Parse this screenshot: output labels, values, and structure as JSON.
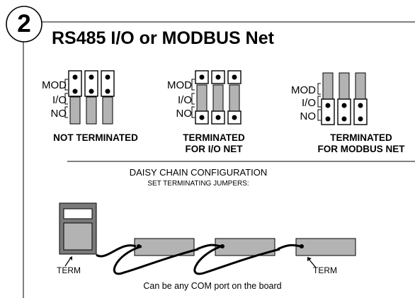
{
  "step_number": "2",
  "title": "RS485 I/O or MODBUS Net",
  "row_labels": {
    "mod": "MOD",
    "io": "I/O",
    "no": "NO"
  },
  "jumper_sets": [
    {
      "caption_line1": "NOT TERMINATED",
      "caption_line2": "",
      "jumper_position": "MOD"
    },
    {
      "caption_line1": "TERMINATED",
      "caption_line2": "FOR I/O NET",
      "jumper_position": "NO"
    },
    {
      "caption_line1": "TERMINATED",
      "caption_line2": "FOR MODBUS NET",
      "jumper_position": "NO/I/O"
    }
  ],
  "daisy_chain": {
    "title": "DAISY CHAIN CONFIGURATION",
    "subtitle": "SET TERMINATING JUMPERS:",
    "term_label": "TERM",
    "note": "Can be any COM port on the board"
  },
  "colors": {
    "jumper_fill": "#b3b3b3",
    "device_body": "#7a7a7a",
    "device_panel": "#b3b3b3",
    "line": "#000000"
  }
}
